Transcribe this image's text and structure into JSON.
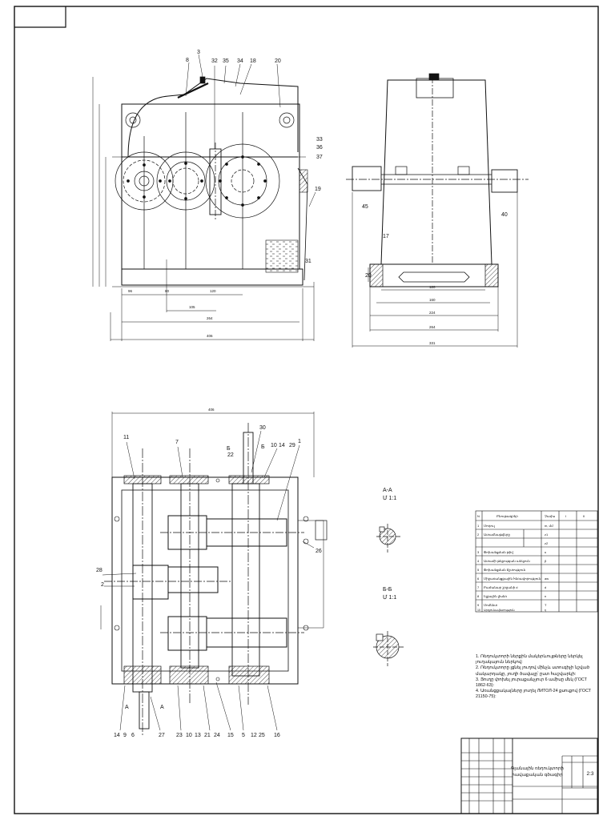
{
  "front_view": {
    "callouts": [
      "8",
      "3",
      "32",
      "35",
      "34",
      "18",
      "20",
      "33",
      "36",
      "37",
      "19",
      "31"
    ],
    "dims_bottom": [
      "96",
      "80",
      "120",
      "105",
      "264",
      "406"
    ],
    "dims_right_side": [
      "45",
      "17",
      "20",
      "40",
      "120",
      "160",
      "224",
      "264",
      "331"
    ]
  },
  "plan_view": {
    "top_dim": "406",
    "callouts_top": [
      "11",
      "7",
      "30",
      "Б",
      "Б",
      "10",
      "14",
      "29",
      "22",
      "1"
    ],
    "callouts_bottom": [
      "14",
      "9",
      "6",
      "27",
      "23",
      "10",
      "13",
      "21",
      "24",
      "15",
      "5",
      "12",
      "25",
      "16"
    ],
    "callouts_side": [
      "28",
      "2",
      "26",
      "А",
      "А"
    ]
  },
  "sections": {
    "aa_title": "А-А",
    "aa_scale": "Մ 1:1",
    "bb_title": "Б-Б",
    "bb_scale": "Մ 1:1"
  },
  "spec_table": {
    "header": [
      "N",
      "Բնութագրեր",
      "Չափս",
      "I",
      "II"
    ],
    "rows": [
      [
        "1",
        "Մոդուլ",
        "m, մմ",
        "",
        ""
      ],
      [
        "2",
        "Ատամնաթվերը",
        "z1",
        "",
        ""
      ],
      [
        "",
        "",
        "z2",
        "",
        ""
      ],
      [
        "3",
        "Փոխանցման թիվ",
        "u",
        "",
        ""
      ],
      [
        "4",
        "Ատամի թեքության անկյուն",
        "β",
        "",
        ""
      ],
      [
        "5",
        "Փոխանցման ճշտություն",
        "",
        "",
        ""
      ],
      [
        "6",
        "Միջառանցքային հեռավորություն",
        "aw",
        "",
        ""
      ],
      [
        "7",
        "Բաժանար շրջանի d",
        "d",
        "",
        ""
      ],
      [
        "8",
        "Ելքային լիսեռ",
        "n",
        "",
        ""
      ],
      [
        "9",
        "Մոմենտ",
        "T",
        "",
        ""
      ],
      [
        "10",
        "Արդյունավետություն",
        "η",
        "",
        ""
      ]
    ]
  },
  "notes": [
    "1. Ռեդուկտորի ներքին մակերևույթները ներկել յուղակայուն ներկով:",
    "2. Ռեդուկտորը լցնել յուղով մինչև ստուգիչի նշված մակարդակը, յուղի ծավալը՝ ըստ հաշվարկի:",
    "3. Յուղը փոխել յուրաքանչյուր 6 ամիսը մեկ (ГОСТ 1862-63):",
    "4. Առանցքակալները յուղել ЛИТОЛ-24 քսուքով (ГОСТ 21150-75):"
  ],
  "title_block": {
    "title_line1": "Գլանային ռեդուկտորի",
    "title_line2": "հավաքական գծագիր",
    "sheet_scale": "2:3"
  }
}
